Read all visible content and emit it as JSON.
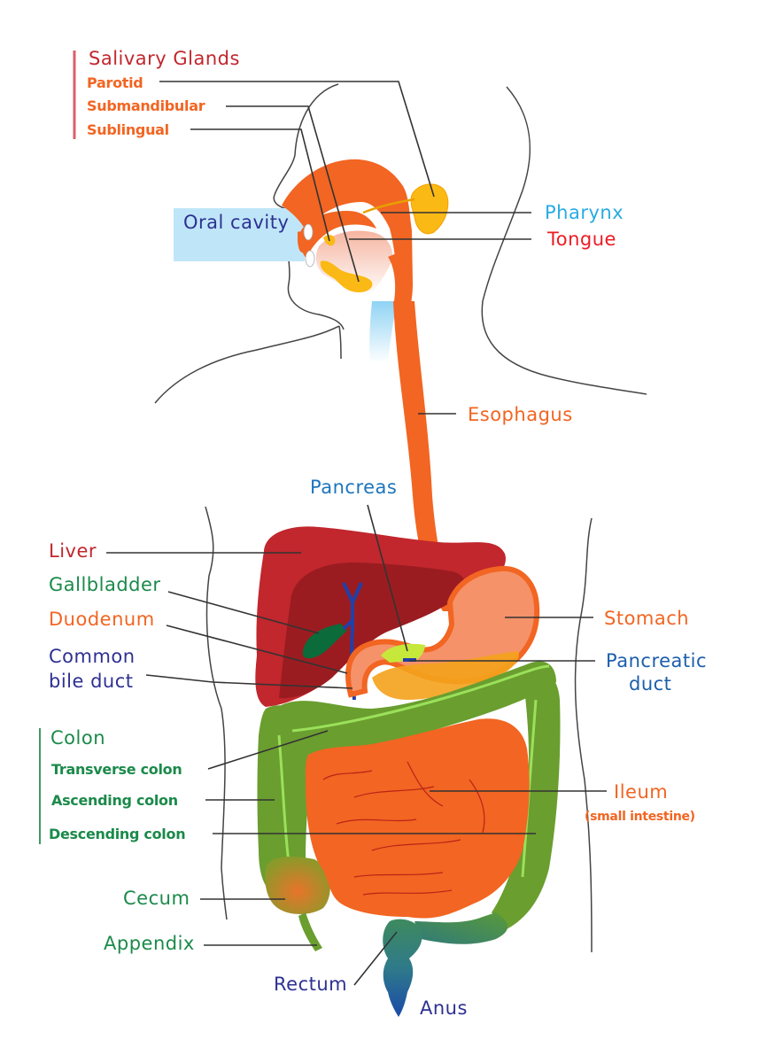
{
  "diagram": {
    "title": "Digestive system diagram",
    "colors": {
      "salivary": "#c1272d",
      "salivary_sub": "#f26522",
      "pharynx": "#29abe2",
      "tongue": "#ed1c24",
      "oral_cavity": "#2e3192",
      "oral_cavity_bg": "#bfe6f8",
      "esophagus": "#f26522",
      "pancreas": "#1c75bc",
      "liver": "#c1272d",
      "gallbladder": "#1b8a4a",
      "duodenum": "#f26522",
      "common_bile_duct": "#2e3192",
      "stomach": "#f26522",
      "pancreatic_duct": "#1c5fac",
      "colon": "#1b8a4a",
      "ileum": "#f26522",
      "cecum": "#1b8a4a",
      "appendix": "#1b8a4a",
      "rectum": "#2e3192",
      "anus": "#2e3192"
    },
    "labels": {
      "salivary_glands": "Salivary Glands",
      "parotid": "Parotid",
      "submandibular": "Submandibular",
      "sublingual": "Sublingual",
      "oral_cavity": "Oral cavity",
      "pharynx": "Pharynx",
      "tongue": "Tongue",
      "esophagus": "Esophagus",
      "pancreas": "Pancreas",
      "liver": "Liver",
      "gallbladder": "Gallbladder",
      "duodenum": "Duodenum",
      "common_bile_duct_1": "Common",
      "common_bile_duct_2": "bile duct",
      "stomach": "Stomach",
      "pancreatic_duct_1": "Pancreatic",
      "pancreatic_duct_2": "duct",
      "colon": "Colon",
      "transverse_colon": "Transverse colon",
      "ascending_colon": "Ascending colon",
      "descending_colon": "Descending colon",
      "ileum": "Ileum",
      "ileum_note": "(small intestine)",
      "cecum": "Cecum",
      "appendix": "Appendix",
      "rectum": "Rectum",
      "anus": "Anus"
    }
  }
}
